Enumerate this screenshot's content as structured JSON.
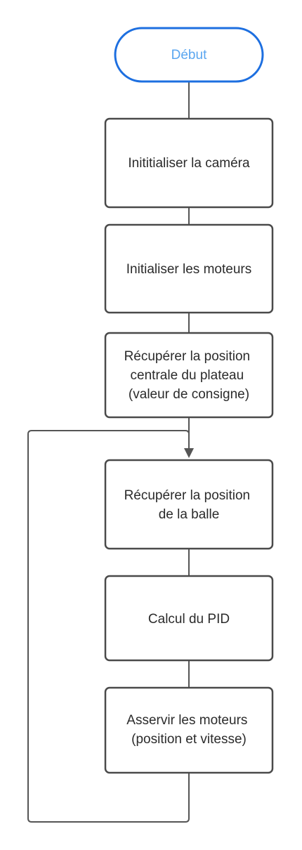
{
  "diagram": {
    "start": {
      "label": "Début"
    },
    "steps": [
      {
        "id": "init-camera",
        "lines": [
          "Inititialiser la caméra"
        ]
      },
      {
        "id": "init-motors",
        "lines": [
          "Initialiser les moteurs"
        ]
      },
      {
        "id": "get-plate-center",
        "lines": [
          "Récupérer la position",
          "centrale du plateau",
          "(valeur de consigne)"
        ]
      },
      {
        "id": "get-ball-position",
        "lines": [
          "Récupérer la position",
          "de la balle"
        ]
      },
      {
        "id": "compute-pid",
        "lines": [
          "Calcul du PID"
        ]
      },
      {
        "id": "drive-motors",
        "lines": [
          "Asservir  les moteurs",
          "(position et vitesse)"
        ]
      }
    ],
    "colors": {
      "terminal_stroke": "#1d6fe0",
      "terminal_text": "#5aa6f0",
      "box_stroke": "#4a4a4a",
      "connector": "#555555",
      "text": "#2b2b2b"
    }
  }
}
